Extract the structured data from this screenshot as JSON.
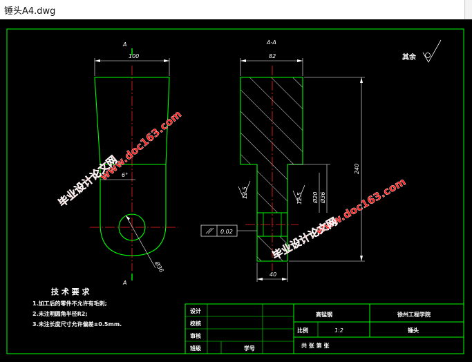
{
  "window": {
    "title": "锤头A4.dwg"
  },
  "drawing": {
    "section_marks": {
      "left_top": "A",
      "left_bottom": "A",
      "section_title": "A-A"
    },
    "roughness_note": "其余",
    "dimensions": {
      "top_width": "100",
      "taper": "6°",
      "diameter": "Ø36",
      "section_width": "82",
      "section_height": "240",
      "bottom_width": "40",
      "tolerance": "0.02",
      "ra_left": "12.5",
      "ra_right": "12.5",
      "fit_dim_1": "Ø36",
      "fit_dim_2": "Ø20"
    },
    "tech_requirements": {
      "heading": "技 术 要 求",
      "items": [
        "1.加工后的零件不允许有毛刺;",
        "2.未注明圆角半径R2;",
        "3.未注长度尺寸允许偏差±0.5mm."
      ]
    },
    "title_block": {
      "rows": [
        "设计",
        "校核",
        "审核",
        "班级"
      ],
      "student_id_label": "学号",
      "material": "高锰钢",
      "school": "徐州工程学院",
      "scale_label": "比例",
      "scale_value": "1:2",
      "part_name": "锤头",
      "sheet_label": "共  张  第  张"
    },
    "watermark": {
      "text": "毕业设计论文网",
      "url": "www.doc163.com"
    },
    "colors": {
      "frame": "#00ff00",
      "center_line": "#ff2222",
      "dimension": "#ffffff",
      "hatch": "#ffffff",
      "watermark": "#ff1a1a"
    }
  }
}
